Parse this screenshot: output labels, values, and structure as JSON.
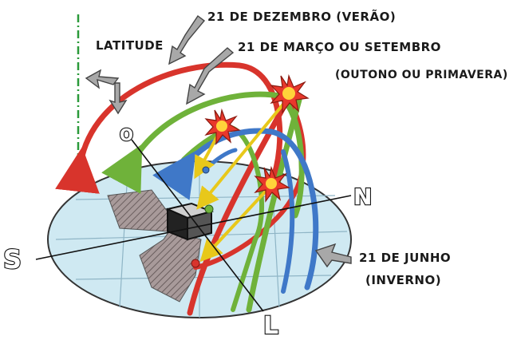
{
  "labels": {
    "latitude": "LATITUDE",
    "december_line": "21 DE DEZEMBRO (VERÃO)",
    "march_line1": "21 DE MARÇO OU SETEMBRO",
    "march_line2": "(OUTONO OU PRIMAVERA)",
    "june_line1": "21 DE JUNHO",
    "june_line2": "(INVERNO)",
    "north": "N",
    "south": "S",
    "east": "L",
    "west": "O"
  },
  "colors": {
    "summer_path": "#d8342c",
    "equinox_path": "#6fb23a",
    "winter_path": "#3f78c8",
    "sun_rays": "#f0d020",
    "ground": "#cfe9f2",
    "latitude_line": "#2a9a3a",
    "pointer_arrow": "#9a9a9a"
  }
}
